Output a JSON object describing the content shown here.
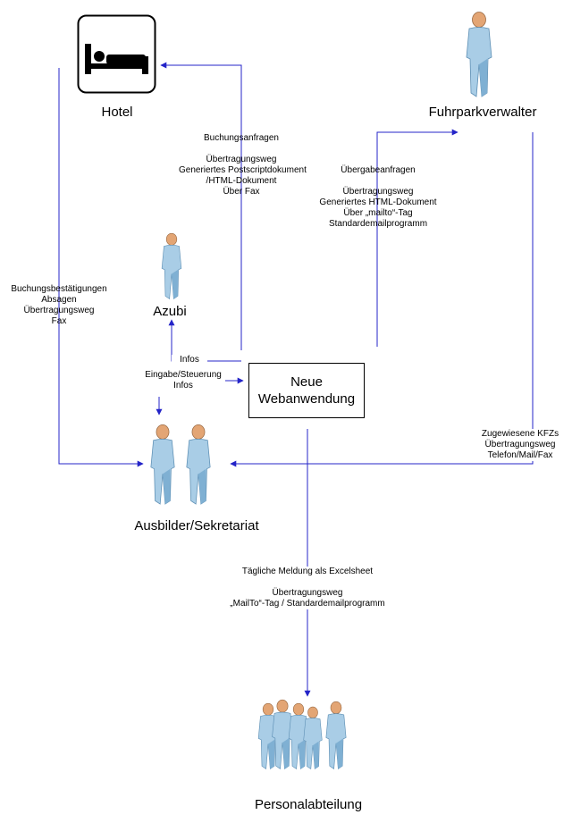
{
  "nodes": {
    "hotel": "Hotel",
    "fuhrpark": "Fuhrparkverwalter",
    "azubi": "Azubi",
    "ausbilder": "Ausbilder/Sekretariat",
    "personal": "Personalabteilung",
    "webapp": [
      "Neue",
      "Webanwendung"
    ]
  },
  "edges": {
    "buchungsanfragen": [
      "Buchungsanfragen",
      "",
      "Übertragungsweg",
      "Generiertes Postscriptdokument",
      "/HTML-Dokument",
      "Über Fax"
    ],
    "uebergabeanfragen": [
      "Übergabeanfragen",
      "",
      "Übertragungsweg",
      "Generiertes HTML-Dokument",
      "Über „mailto“-Tag",
      "Standardemailprogramm"
    ],
    "buchungsbestaetigungen": [
      "Buchungsbestätigungen",
      "Absagen",
      "Übertragungsweg",
      "Fax"
    ],
    "infos": [
      "Infos"
    ],
    "eingabe": [
      "Eingabe/Steuerung",
      "Infos"
    ],
    "zugewiesene": [
      "Zugewiesene KFZs",
      "Übertragungsweg",
      "Telefon/Mail/Fax"
    ],
    "meldung": [
      "Tägliche Meldung als Excelsheet",
      "",
      "Übertragungsweg",
      "„MailTo“-Tag / Standardemailprogramm"
    ]
  },
  "colors": {
    "arrow": "#2424c8",
    "box_border": "#000000",
    "person_fill": "#a9cde6",
    "person_dark": "#6f9fc2",
    "skin": "#e3a574"
  },
  "icons": {
    "hotel": "bed-icon",
    "person": "person-icon"
  }
}
